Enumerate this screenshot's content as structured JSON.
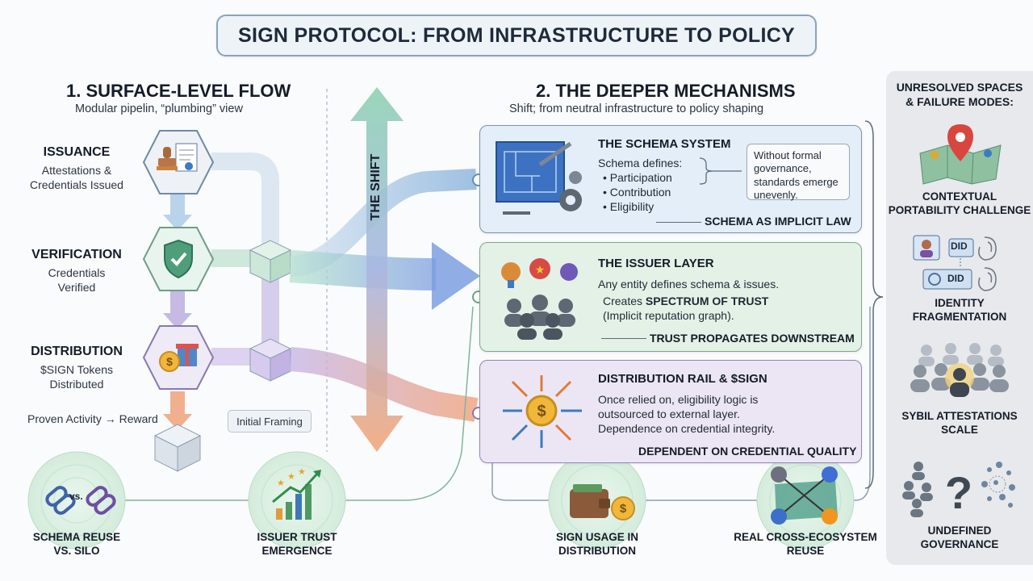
{
  "title": "SIGN PROTOCOL: FROM INFRASTRUCTURE TO POLICY",
  "left": {
    "heading": "1. SURFACE-LEVEL FLOW",
    "subheading": "Modular pipelin, “plumbing” view",
    "steps": [
      {
        "title": "ISSUANCE",
        "desc1": "Attestations &",
        "desc2": "Credentials Issued"
      },
      {
        "title": "VERIFICATION",
        "desc1": "Credentials",
        "desc2": "Verified"
      },
      {
        "title": "DISTRIBUTION",
        "desc1": "$SIGN Tokens",
        "desc2": "Distributed"
      }
    ],
    "proven": "Proven Activity → Reward",
    "framing": "Initial Framing"
  },
  "shift_label": "THE SHIFT",
  "right": {
    "heading": "2. THE DEEPER MECHANISMS",
    "subheading": "Shift; from neutral infrastructure to policy shaping",
    "schema": {
      "title": "THE SCHEMA SYSTEM",
      "intro": "Schema defines:",
      "bullets": [
        "• Participation",
        "• Contribution",
        "• Eligibility"
      ],
      "note": "Without formal governance, standards emerge unevenly.",
      "footer": "SCHEMA AS IMPLICIT LAW"
    },
    "issuer": {
      "title": "THE ISSUER LAYER",
      "line1": "Any entity defines schema & issues.",
      "line2_prefix": "Creates ",
      "line2_bold": "SPECTRUM OF TRUST",
      "line3": "(Implicit reputation graph).",
      "footer": "TRUST PROPAGATES DOWNSTREAM"
    },
    "distribution": {
      "title": "DISTRIBUTION RAIL & $SIGN",
      "line1": "Once relied on, eligibility logic is",
      "line2": "outsourced to external layer.",
      "line3": "Dependence on credential integrity.",
      "footer": "DEPENDENT ON CREDENTIAL QUALITY"
    }
  },
  "bottom": [
    {
      "line1": "SCHEMA REUSE",
      "line2": "VS. SILO",
      "vs": "vs."
    },
    {
      "line1": "ISSUER TRUST",
      "line2": "EMERGENCE"
    },
    {
      "line1": "SIGN USAGE IN",
      "line2": "DISTRIBUTION"
    },
    {
      "line1": "REAL CROSS-ECOSYSTEM",
      "line2": "REUSE"
    }
  ],
  "side": {
    "heading1": "UNRESOLVED SPACES",
    "heading2": "& FAILURE MODES:",
    "items": [
      {
        "line1": "CONTEXTUAL",
        "line2": "PORTABILITY CHALLENGE"
      },
      {
        "line1": "IDENTITY",
        "line2": "FRAGMENTATION",
        "did": "DID"
      },
      {
        "line1": "SYBIL ATTESTATIONS",
        "line2": "SCALE"
      },
      {
        "line1": "UNDEFINED",
        "line2": "GOVERNANCE"
      }
    ]
  },
  "colors": {
    "schema_card": "#e3eef8",
    "issuer_card": "#e4f1e6",
    "distribution_card": "#ece6f4",
    "hexagon": "#eef2f7",
    "shift_green": "#7fc5a7",
    "shift_orange": "#f2a57a"
  }
}
